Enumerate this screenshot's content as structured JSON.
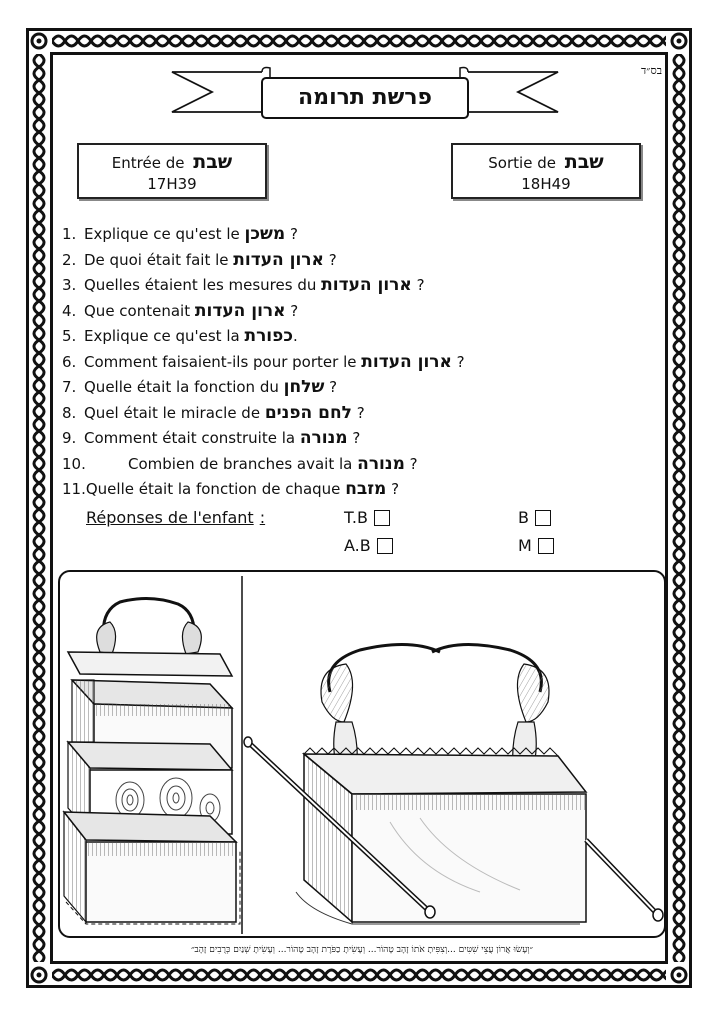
{
  "header": {
    "bsd": "בס״ד",
    "title": "פרשת תרומה"
  },
  "times": {
    "entry": {
      "label": "Entrée de",
      "hebrew": "שבת",
      "value": "17H39"
    },
    "exit": {
      "label": "Sortie de",
      "hebrew": "שבת",
      "value": "18H49"
    }
  },
  "questions": [
    {
      "num": "1.",
      "before": "Explique ce qu'est le ",
      "hebrew": "משכן",
      "after": " ?"
    },
    {
      "num": "2.",
      "before": "De quoi était fait le ",
      "hebrew": "ארון העדות",
      "after": " ?"
    },
    {
      "num": "3.",
      "before": "Quelles étaient les mesures du ",
      "hebrew": "ארון העדות",
      "after": " ?"
    },
    {
      "num": "4.",
      "before": "Que contenait ",
      "hebrew": "ארון העדות",
      "after": " ?"
    },
    {
      "num": "5.",
      "before": "Explique ce qu'est la ",
      "hebrew": "כפורת",
      "after": "."
    },
    {
      "num": "6.",
      "before": "Comment faisaient-ils pour porter le ",
      "hebrew": "ארון העדות",
      "after": " ?"
    },
    {
      "num": "7.",
      "before": "Quelle était la fonction du ",
      "hebrew": "שלחן",
      "after": " ?"
    },
    {
      "num": "8.",
      "before": "Quel était le miracle de ",
      "hebrew": "לחם הפנים",
      "after": " ?"
    },
    {
      "num": "9.",
      "before": "Comment était construite la ",
      "hebrew": "מנורה",
      "after": " ?"
    },
    {
      "num": "10.",
      "before": "Combien de branches avait la ",
      "hebrew": "מנורה",
      "after": " ?"
    },
    {
      "num": "11.",
      "before": "Quelle était la fonction de chaque ",
      "hebrew": "מזבח",
      "after": " ?"
    }
  ],
  "answers": {
    "label": "Réponses de l'enfant",
    "colon": ":",
    "options": [
      "T.B",
      "B",
      "A.B",
      "M"
    ]
  },
  "caption": "״וְעָשׂוּ אֲרוֹן עֲצֵי שִׁטִּים ...וְצִפִּיתָ אֹתוֹ זָהָב טָהוֹר... וְעָשִׂיתָ כַפֹּרֶת זָהָב טָהוֹר... וְעָשִׂיתָ שְׁנַיִם כְּרֻבִים זָהָב״",
  "colors": {
    "ink": "#111111",
    "paper": "#ffffff"
  }
}
